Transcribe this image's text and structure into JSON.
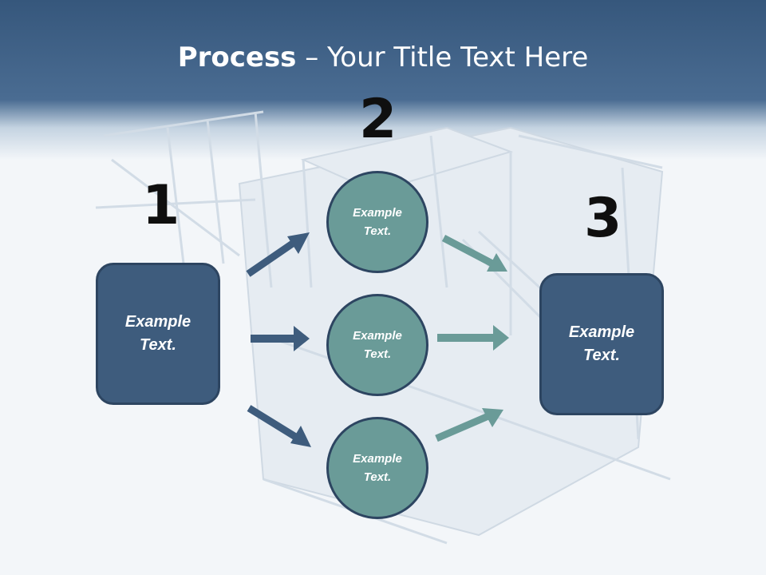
{
  "slide": {
    "title_bold": "Process",
    "title_rest": " – Your Title Text Here"
  },
  "steps": {
    "step1_number": "1",
    "step2_number": "2",
    "step3_number": "3"
  },
  "left_box": {
    "line1": "Example",
    "line2": "Text."
  },
  "circles": [
    {
      "line1": "Example",
      "line2": "Text."
    },
    {
      "line1": "Example",
      "line2": "Text."
    },
    {
      "line1": "Example",
      "line2": "Text."
    }
  ],
  "right_box": {
    "line1": "Example",
    "line2": "Text."
  },
  "colors": {
    "header": "#36577c",
    "box_fill": "#3e5c7d",
    "circle_fill": "#6a9b98",
    "left_arrow": "#3e5c7d",
    "right_arrow": "#6a9b98"
  }
}
